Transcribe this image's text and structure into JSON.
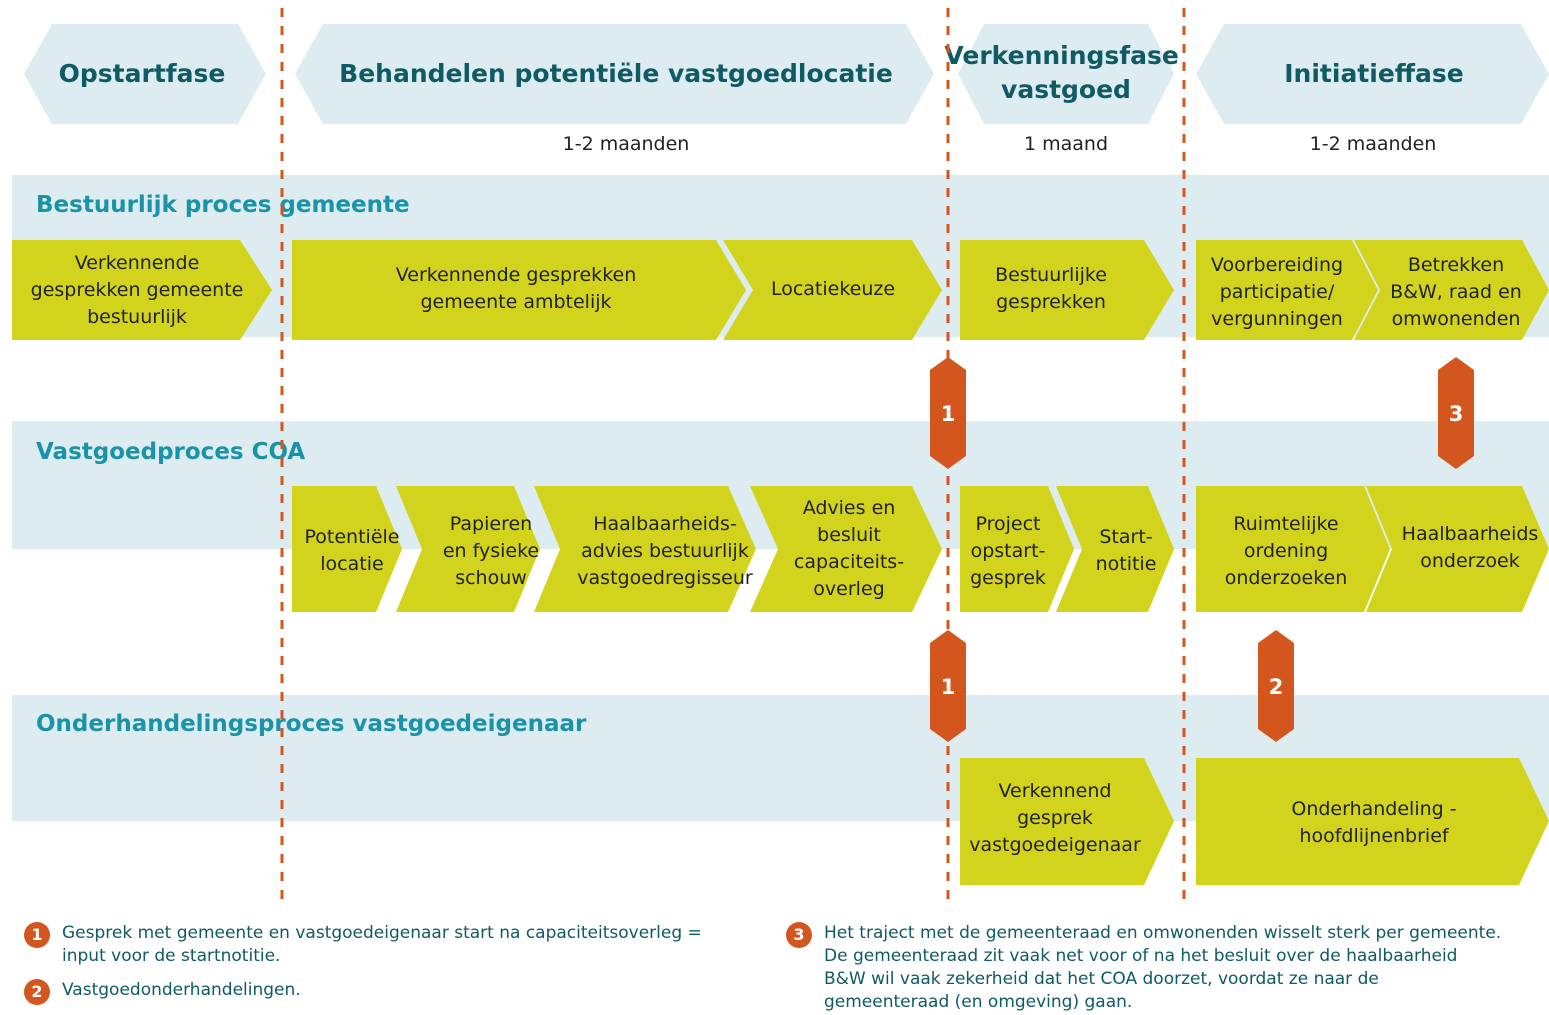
{
  "colors": {
    "phase_fill": "#dcecf1",
    "phase_text": "#0f5a63",
    "lane_band": "#dcecf1",
    "lane_title": "#1a93a8",
    "step_fill": "#d2d31c",
    "badge": "#d4561f",
    "divider": "#d4561f"
  },
  "phases": [
    {
      "lines": [
        "Opstartfase"
      ],
      "duration": ""
    },
    {
      "lines": [
        "Behandelen potentiële vastgoedlocatie"
      ],
      "duration": "1-2 maanden"
    },
    {
      "lines": [
        "Verkenningsfase",
        "vastgoed"
      ],
      "duration": "1 maand"
    },
    {
      "lines": [
        "Initiatieffase"
      ],
      "duration": "1-2 maanden"
    }
  ],
  "lanes": [
    {
      "title": "Bestuurlijk proces gemeente",
      "steps": [
        {
          "lines": [
            "Verkennende",
            "gesprekken gemeente",
            "bestuurlijk"
          ]
        },
        {
          "lines": [
            "Verkennende gesprekken",
            "gemeente ambtelijk"
          ]
        },
        {
          "lines": [
            "Locatiekeuze"
          ]
        },
        {
          "lines": [
            "Bestuurlijke",
            "gesprekken"
          ]
        },
        {
          "lines": [
            "Voorbereiding",
            "participatie/",
            "vergunningen"
          ]
        },
        {
          "lines": [
            "Betrekken",
            "B&W, raad en",
            "omwonenden"
          ]
        }
      ]
    },
    {
      "title": "Vastgoedproces COA",
      "steps": [
        {
          "lines": [
            "Potentiële",
            "locatie"
          ]
        },
        {
          "lines": [
            "Papieren",
            "en fysieke",
            "schouw"
          ]
        },
        {
          "lines": [
            "Haalbaarheids-",
            "advies bestuurlijk",
            "vastgoedregisseur"
          ]
        },
        {
          "lines": [
            "Advies en",
            "besluit",
            "capaciteits-",
            "overleg"
          ]
        },
        {
          "lines": [
            "Project",
            "opstart-",
            "gesprek"
          ]
        },
        {
          "lines": [
            "Start-",
            "notitie"
          ]
        },
        {
          "lines": [
            "Ruimtelijke",
            "ordening",
            "onderzoeken"
          ]
        },
        {
          "lines": [
            "Haalbaarheids",
            "onderzoek"
          ]
        }
      ]
    },
    {
      "title": "Onderhandelingsproces vastgoedeigenaar",
      "steps": [
        {
          "lines": [
            "Verkennend",
            "gesprek",
            "vastgoedeigenaar"
          ]
        },
        {
          "lines": [
            "Onderhandeling -",
            "hoofdlijnenbrief"
          ]
        }
      ]
    }
  ],
  "badges": [
    {
      "label": "1"
    },
    {
      "label": "3"
    },
    {
      "label": "1"
    },
    {
      "label": "2"
    }
  ],
  "legend": [
    {
      "num": "1",
      "lines": [
        "Gesprek met gemeente en vastgoedeigenaar start na capaciteitsoverleg =",
        "input voor de startnotitie."
      ]
    },
    {
      "num": "2",
      "lines": [
        "Vastgoedonderhandelingen."
      ]
    },
    {
      "num": "3",
      "lines": [
        "Het traject met de gemeenteraad en omwonenden wisselt sterk per gemeente.",
        "De gemeenteraad zit vaak net voor of na het besluit over de haalbaarheid",
        "B&W wil vaak zekerheid dat het COA doorzet, voordat ze naar de",
        "gemeenteraad (en omgeving) gaan."
      ]
    }
  ]
}
